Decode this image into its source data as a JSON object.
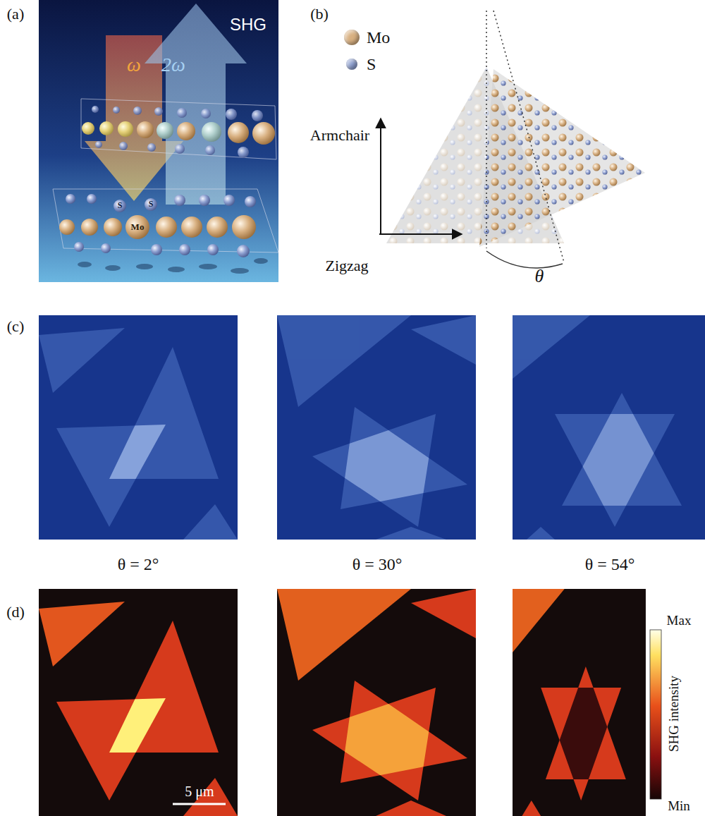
{
  "diagram": {
    "labels": [
      "(a)",
      "SHG",
      "ω",
      "2ω",
      "S",
      "S",
      "Mo",
      "(b)",
      "Armchair",
      "Zigzag",
      "θ",
      "(c)",
      "θ = 2°",
      "θ = 30°",
      "θ = 54°",
      "(d)",
      "5 μm",
      "Max",
      "SHG intensity",
      "Min"
    ],
    "legend": [
      {
        "text": "Mo",
        "color": "#d8b081"
      },
      {
        "text": "S",
        "color": "#8d9fd0"
      }
    ]
  }
}
